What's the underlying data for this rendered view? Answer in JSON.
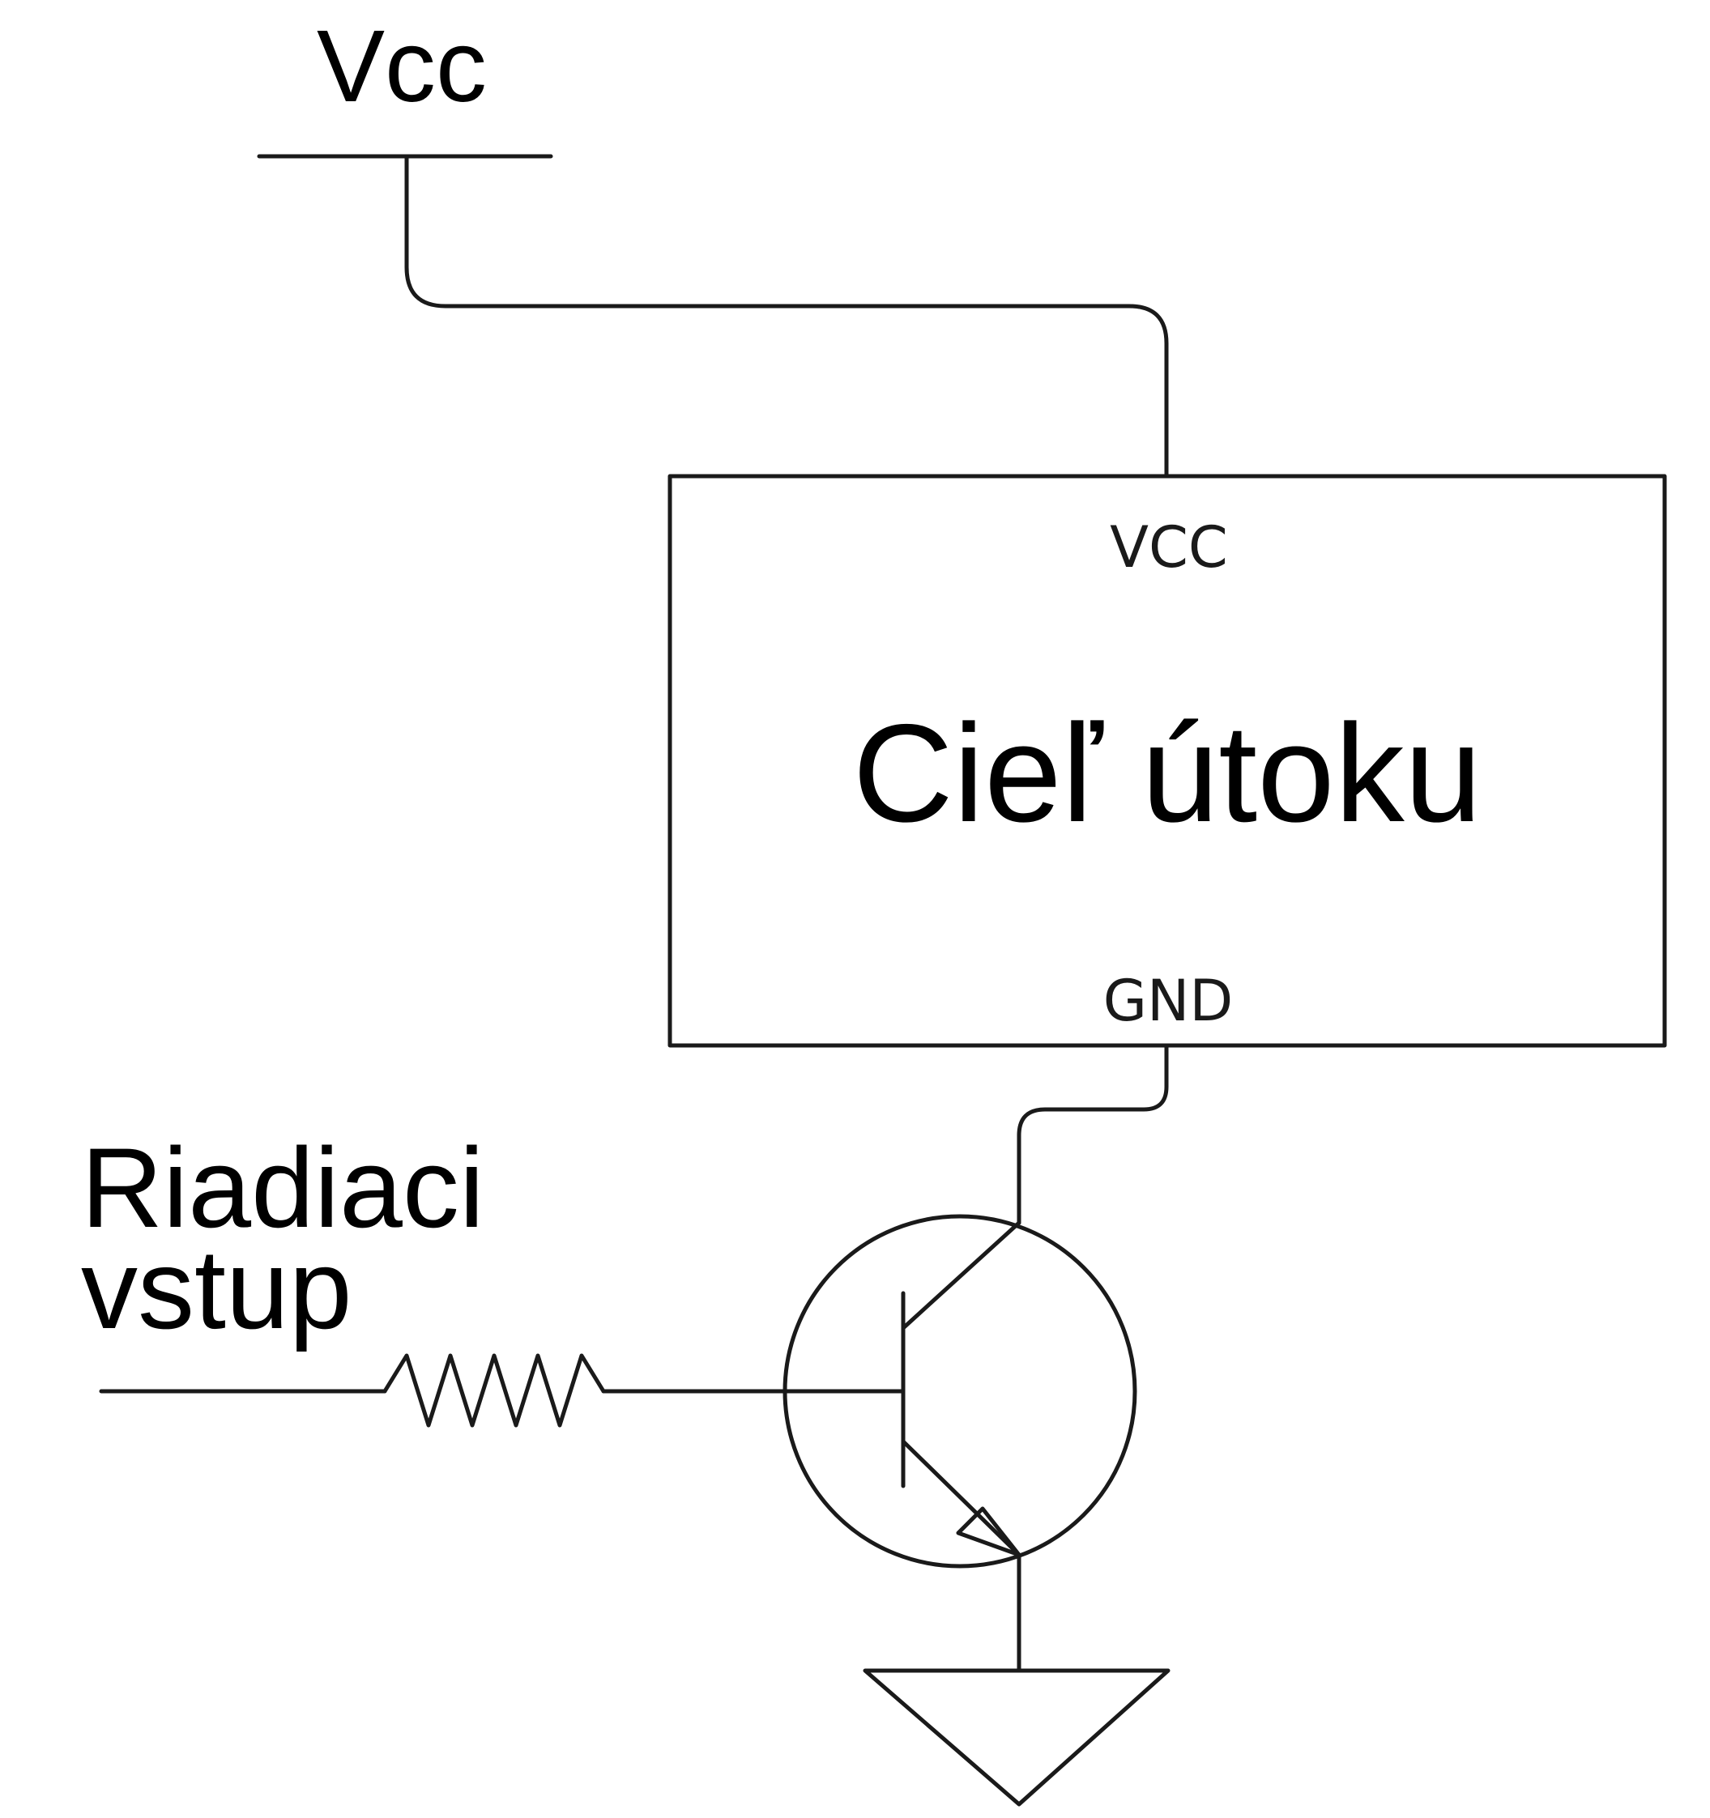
{
  "supply": {
    "label": "Vcc"
  },
  "target": {
    "title": "Cieľ útoku",
    "pin_top": "VCC",
    "pin_bottom": "GND"
  },
  "control": {
    "label_line1": "Riadiaci",
    "label_line2": "vstup"
  },
  "colors": {
    "stroke": "#1a1a1a",
    "text": "#000000",
    "background": "#ffffff"
  },
  "components": {
    "transistor": "npn-transistor-icon",
    "resistor": "resistor-icon",
    "ground": "ground-icon",
    "supply_rail": "vcc-rail-icon"
  }
}
